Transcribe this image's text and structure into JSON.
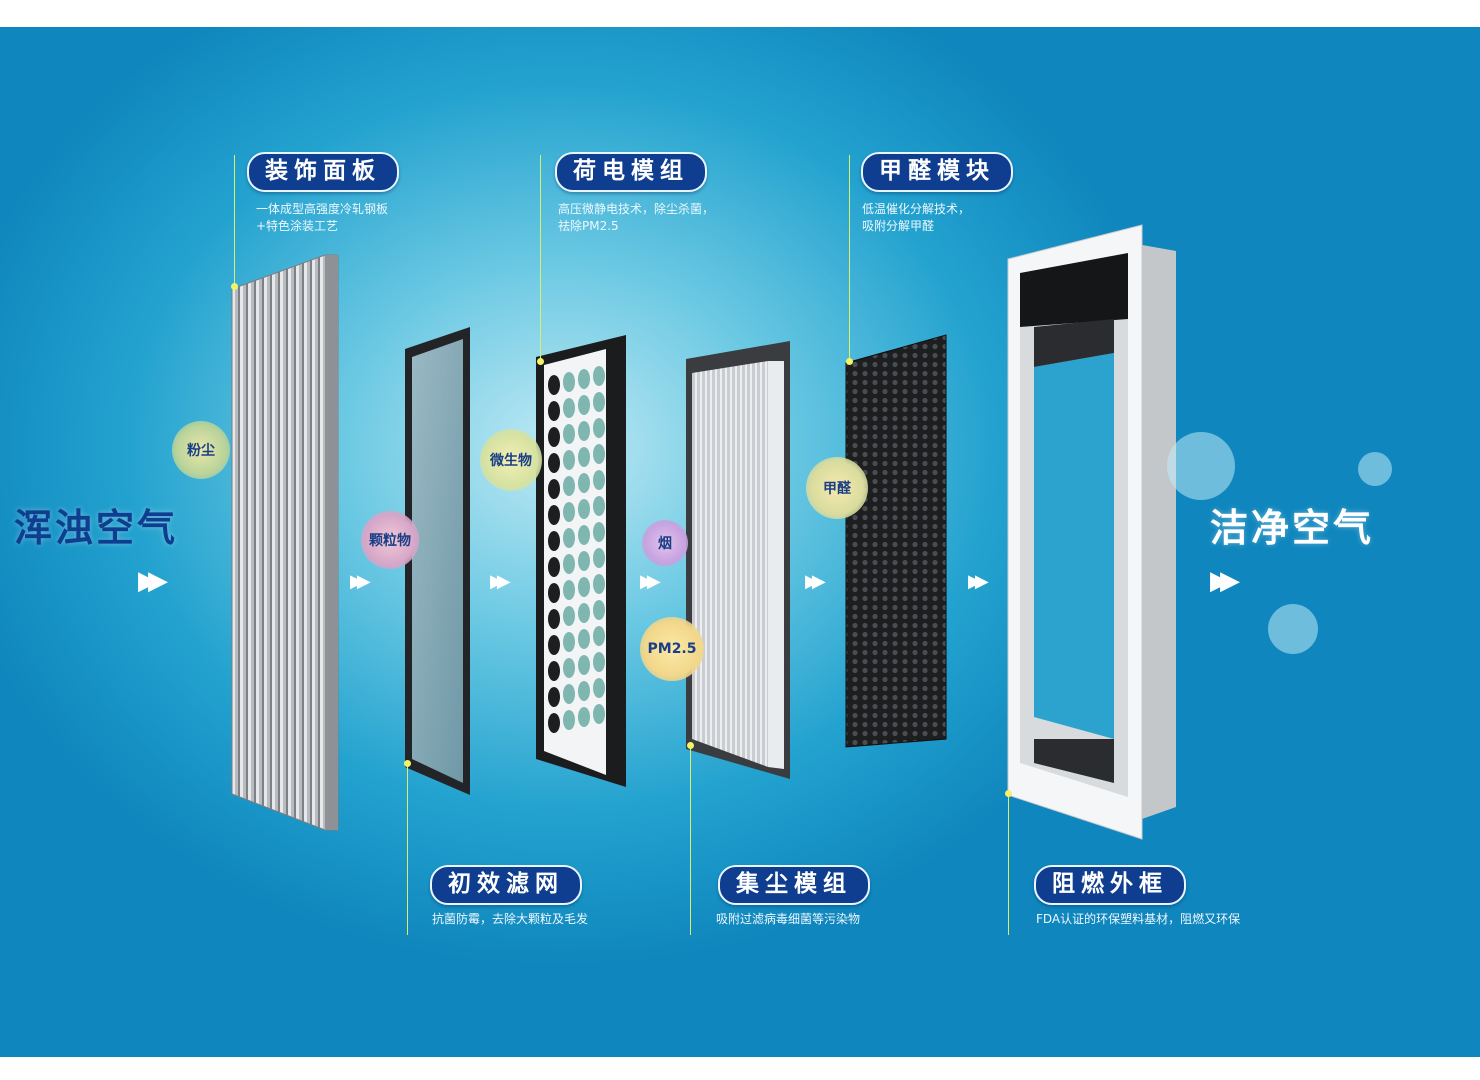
{
  "labels": {
    "decorative_panel": {
      "title": "装饰面板",
      "desc": [
        "一体成型高强度冷轧钢板",
        "+特色涂装工艺"
      ]
    },
    "charged_module": {
      "title": "荷电模组",
      "desc": [
        "高压微静电技术，除尘杀菌，",
        "祛除PM2.5"
      ]
    },
    "formaldehyde_module": {
      "title": "甲醛模块",
      "desc": [
        "低温催化分解技术，",
        "吸附分解甲醛"
      ]
    },
    "primary_filter": {
      "title": "初效滤网",
      "desc": "抗菌防霉，去除大颗粒及毛发"
    },
    "dust_module": {
      "title": "集尘模组",
      "desc": "吸附过滤病毒细菌等污染物"
    },
    "flame_frame": {
      "title": "阻燃外框",
      "desc": "FDA认证的环保塑料基材，阻燃又环保"
    }
  },
  "flow": {
    "dirty_air": "浑浊空气",
    "clean_air": "洁净空气",
    "arrow_glyph": "▶▶"
  },
  "pollutants": {
    "dust": "粉尘",
    "particles": "颗粒物",
    "microbes": "微生物",
    "smoke": "烟",
    "pm25": "PM2.5",
    "formaldehyde": "甲醛"
  },
  "colors": {
    "label_bg": "#0f3d8f",
    "background": "#1a9ccc",
    "leader_line": "#d7ef6a"
  },
  "icons": [
    "fast-forward-icon"
  ]
}
